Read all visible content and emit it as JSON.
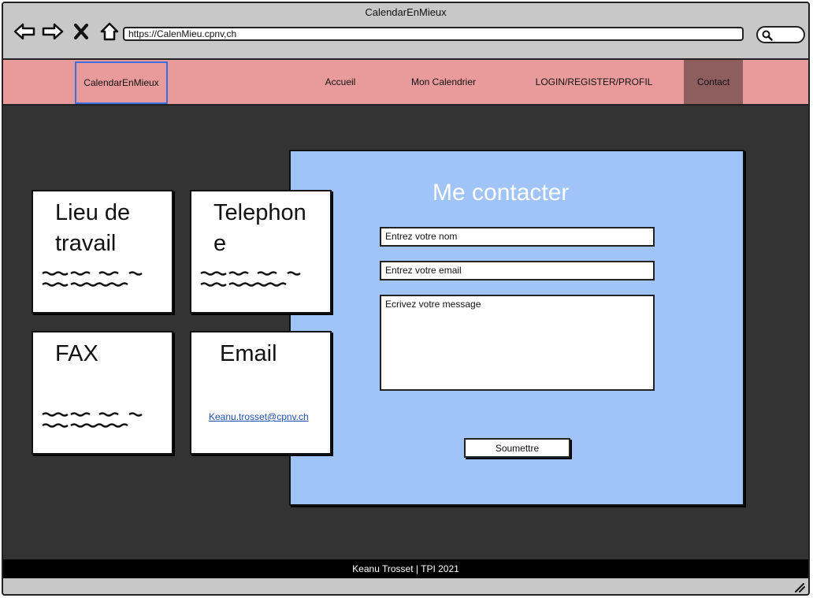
{
  "window": {
    "title": "CalendarEnMieux"
  },
  "browser": {
    "url": "https://CalenMieu.cpnv,ch"
  },
  "navbar": {
    "brand": "CalendarEnMieux",
    "links": [
      {
        "label": "Accueil",
        "active": false
      },
      {
        "label": "Mon Calendrier",
        "active": false
      },
      {
        "label": "LOGIN/REGISTER/PROFIL",
        "active": false
      },
      {
        "label": "Contact",
        "active": true
      }
    ]
  },
  "cards": [
    {
      "title": "Lieu de travail"
    },
    {
      "title": "Telephone"
    },
    {
      "title": "FAX"
    },
    {
      "title": "Email",
      "link": "Keanu.trosset@cpnv.ch"
    }
  ],
  "contact": {
    "title": "Me contacter",
    "name_placeholder": "Entrez votre nom",
    "email_placeholder": "Entrez votre email",
    "message_placeholder": "Ecrivez votre message",
    "submit_label": "Soumettre"
  },
  "footer": {
    "text": "Keanu Trosset | TPI 2021"
  },
  "colors": {
    "navbar": "#e99a9a",
    "navbar_active": "#8e5e5e",
    "page_background": "#333333",
    "contact_panel": "#a0c4f7",
    "brand_border": "#3a6fe0"
  }
}
